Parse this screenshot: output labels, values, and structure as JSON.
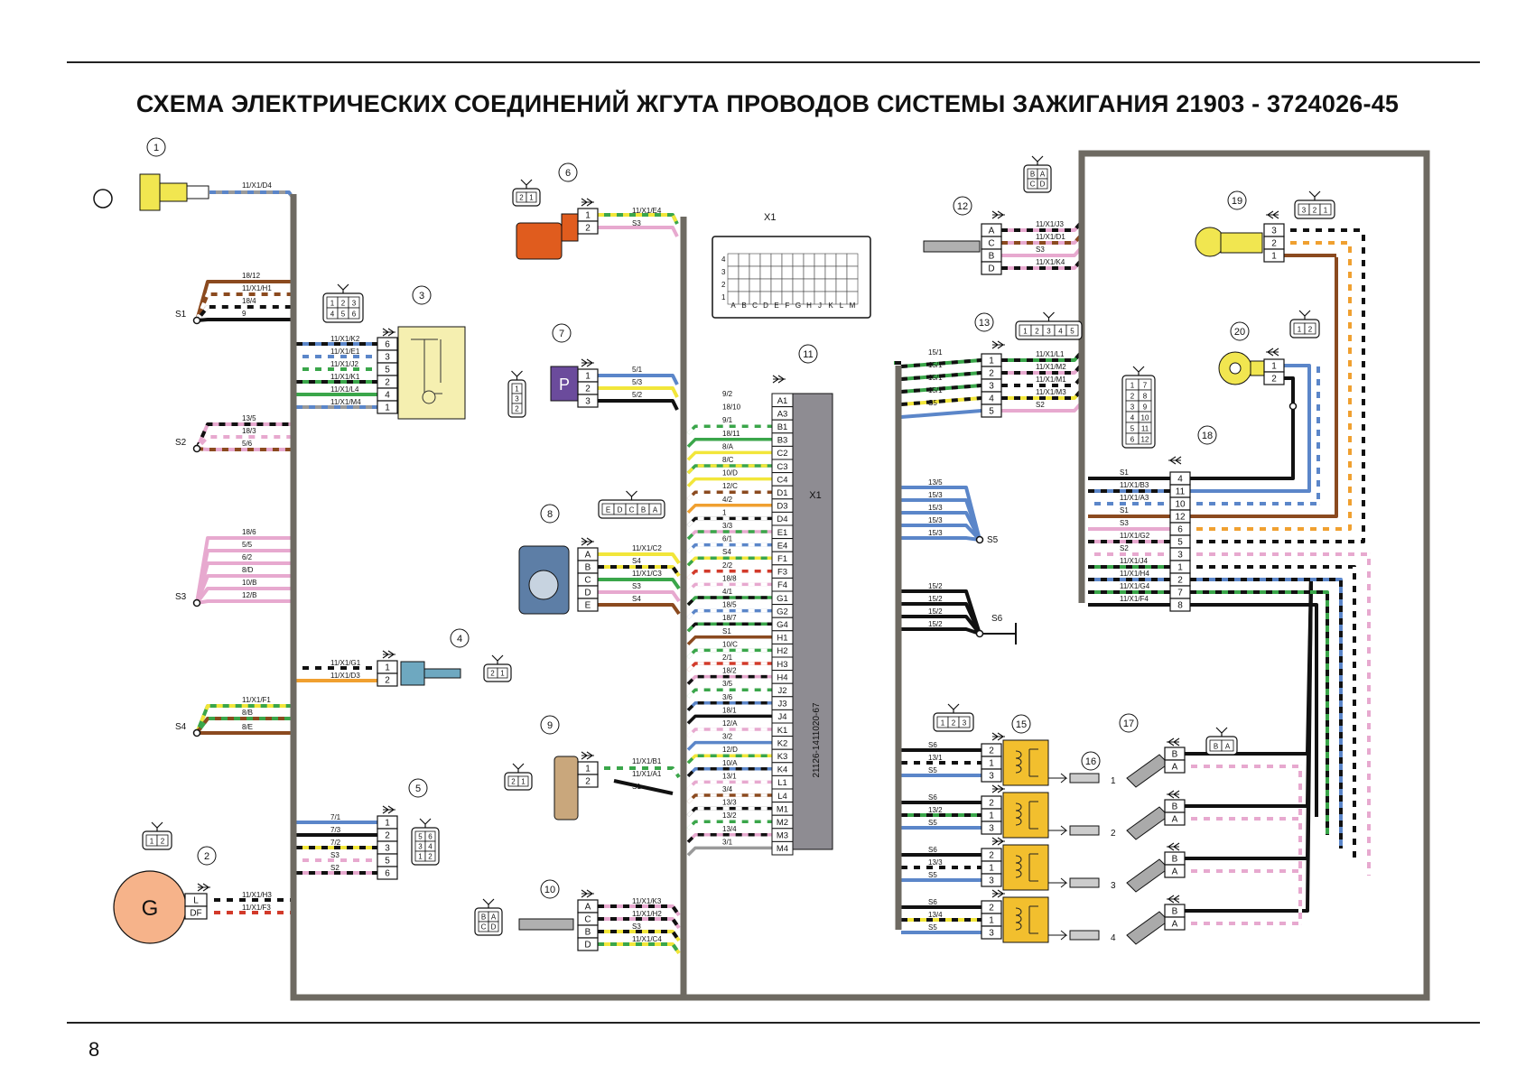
{
  "title": "СХЕМА ЭЛЕКТРИЧЕСКИХ СОЕДИНЕНИЙ ЖГУТА ПРОВОДОВ СИСТЕМЫ ЗАЖИГАНИЯ 21903 - 3724026-45",
  "page_number": "8",
  "colors": {
    "frame": "#6e6a62",
    "brown": "#8b4a1f",
    "white": "#ffffff",
    "black": "#111111",
    "blue": "#5b86c9",
    "green": "#3aa64a",
    "yellow": "#f2e63a",
    "pink": "#e7a9cf",
    "orange": "#f0a030",
    "grey": "#9a9a9a",
    "red": "#d23a2a",
    "connector_fill": "#f5efb0",
    "ecu_fill": "#8e8c92",
    "coil_fill": "#f2bf2e",
    "generator_fill": "#f6b38a"
  },
  "components": [
    {
      "num": "1",
      "name": "coolant-temp-sensor"
    },
    {
      "num": "2",
      "name": "generator",
      "symbol": "G",
      "pins": [
        "L",
        "DF"
      ]
    },
    {
      "num": "3",
      "name": "throttle-module",
      "pins": [
        "6",
        "3",
        "5",
        "2",
        "4",
        "1"
      ]
    },
    {
      "num": "4",
      "name": "air-temp-sensor",
      "pins": [
        "1",
        "2"
      ]
    },
    {
      "num": "5",
      "name": "pedal-module",
      "pins": [
        "1",
        "2",
        "3",
        "5",
        "6"
      ]
    },
    {
      "num": "6",
      "name": "canister-purge-valve",
      "pins": [
        "1",
        "2"
      ]
    },
    {
      "num": "7",
      "name": "pressure-sensor",
      "symbol": "P",
      "pins": [
        "1",
        "2",
        "3"
      ]
    },
    {
      "num": "8",
      "name": "mass-air-flow-sensor",
      "pins": [
        "A",
        "B",
        "C",
        "D",
        "E"
      ]
    },
    {
      "num": "9",
      "name": "crank-position-sensor",
      "pins": [
        "1",
        "2"
      ]
    },
    {
      "num": "10",
      "name": "oxygen-sensor-2",
      "pins": [
        "A",
        "C",
        "B",
        "D"
      ]
    },
    {
      "num": "11",
      "name": "ecu",
      "label": "X1",
      "part": "21126-1411020-67"
    },
    {
      "num": "12",
      "name": "oxygen-sensor-1",
      "pins": [
        "A",
        "C",
        "B",
        "D"
      ]
    },
    {
      "num": "13",
      "name": "relay-block-connector",
      "pins": [
        "1",
        "2",
        "3",
        "4",
        "5"
      ]
    },
    {
      "num": "15",
      "name": "ignition-coils",
      "pins": [
        "2",
        "1",
        "3"
      ]
    },
    {
      "num": "16",
      "name": "spark-plugs",
      "plugs": [
        "1",
        "2",
        "3",
        "4"
      ]
    },
    {
      "num": "17",
      "name": "injectors",
      "pins": [
        "B",
        "A"
      ]
    },
    {
      "num": "18",
      "name": "harness-connector",
      "pins": [
        "4",
        "11",
        "10",
        "12",
        "6",
        "5",
        "3",
        "1",
        "2",
        "7",
        "8"
      ]
    },
    {
      "num": "19",
      "name": "phase-sensor",
      "pins": [
        "3",
        "2",
        "1"
      ]
    },
    {
      "num": "20",
      "name": "knock-sensor",
      "pins": [
        "1",
        "2"
      ]
    }
  ],
  "connector_faces": {
    "f1": [
      "1",
      "2"
    ],
    "f3": [
      "1",
      "2",
      "3",
      "4",
      "5",
      "6"
    ],
    "f4": [
      "2",
      "1"
    ],
    "f5": [
      "5",
      "6",
      "3",
      "4",
      "1",
      "2"
    ],
    "f6": [
      "2",
      "1"
    ],
    "f7": [
      "1",
      "2",
      "3"
    ],
    "f8": [
      "E",
      "D",
      "C",
      "B",
      "A"
    ],
    "f9": [
      "2",
      "1"
    ],
    "f10": [
      "B",
      "A",
      "C",
      "D"
    ],
    "f12": [
      "B",
      "A",
      "C",
      "D"
    ],
    "f13": [
      "1",
      "2",
      "3",
      "4",
      "5"
    ],
    "f15": [
      "1",
      "2",
      "3"
    ],
    "f17": [
      "B",
      "A"
    ],
    "f18": [
      "1",
      "7",
      "2",
      "8",
      "3",
      "9",
      "4",
      "10",
      "5",
      "11",
      "6",
      "12"
    ],
    "f19": [
      "3",
      "2",
      "1"
    ],
    "f20": [
      "1",
      "2"
    ],
    "x1_rows": [
      "4",
      "3",
      "2",
      "1"
    ],
    "x1_cols": [
      "A",
      "B",
      "C",
      "D",
      "E",
      "F",
      "G",
      "H",
      "J",
      "K",
      "L",
      "M"
    ]
  },
  "x1_label": "X1",
  "ecu_pins": [
    "A1",
    "A3",
    "B1",
    "B3",
    "C2",
    "C3",
    "C4",
    "D1",
    "D3",
    "D4",
    "E1",
    "E4",
    "F1",
    "F3",
    "F4",
    "G1",
    "G2",
    "G4",
    "H1",
    "H2",
    "H3",
    "H4",
    "J2",
    "J3",
    "J4",
    "K1",
    "K2",
    "K3",
    "K4",
    "L1",
    "L4",
    "M1",
    "M2",
    "M3",
    "M4"
  ],
  "ecu_wire_labels": [
    "9/2",
    "18/10",
    "9/1",
    "18/11",
    "8/A",
    "8/C",
    "10/D",
    "12/C",
    "4/2",
    "1",
    "3/3",
    "6/1",
    "S4",
    "2/2",
    "18/8",
    "4/1",
    "18/5",
    "18/7",
    "S1",
    "10/C",
    "2/1",
    "18/2",
    "3/5",
    "3/6",
    "18/1",
    "12/A",
    "3/2",
    "12/D",
    "10/A",
    "13/1",
    "3/4",
    "13/3",
    "13/2",
    "13/4",
    "3/1"
  ],
  "splices": {
    "S1": {
      "label": "S1",
      "wires": [
        "18/12",
        "11/X1/H1",
        "18/4",
        "9"
      ]
    },
    "S2": {
      "label": "S2",
      "wires": [
        "13/5",
        "18/3",
        "5/6"
      ]
    },
    "S3": {
      "label": "S3",
      "wires": [
        "18/6",
        "5/5",
        "6/2",
        "8/D",
        "10/B",
        "12/B"
      ]
    },
    "S4": {
      "label": "S4",
      "wires": [
        "11/X1/F1",
        "8/B",
        "8/E"
      ]
    },
    "S5": {
      "label": "S5",
      "wires": [
        "13/5",
        "15/3",
        "15/3",
        "15/3",
        "15/3"
      ]
    },
    "S6": {
      "label": "S6",
      "wires": [
        "15/2",
        "15/2",
        "15/2",
        "15/2"
      ]
    }
  },
  "wire_labels": {
    "c1": [
      "11/X1/D4"
    ],
    "c3": [
      "11/X1/K2",
      "11/X1/E1",
      "11/X1/J2",
      "11/X1/K1",
      "11/X1/L4",
      "11/X1/M4"
    ],
    "c4": [
      "11/X1/G1",
      "11/X1/D3"
    ],
    "c5": [
      "7/1",
      "7/3",
      "7/2",
      "S3",
      "S2"
    ],
    "c2": [
      "11/X1/H3",
      "11/X1/F3"
    ],
    "c6": [
      "11/X1/E4",
      "S3"
    ],
    "c7": [
      "5/1",
      "5/3",
      "5/2"
    ],
    "c8": [
      "11/X1/C2",
      "S4",
      "11/X1/C3",
      "S3",
      "S4"
    ],
    "c9": [
      "11/X1/B1",
      "11/X1/A1",
      "S1"
    ],
    "c10": [
      "11/X1/K3",
      "11/X1/H2",
      "S3",
      "11/X1/C4"
    ],
    "c12": [
      "11/X1/J3",
      "11/X1/D1",
      "S3",
      "11/X1/K4"
    ],
    "c13_left": [
      "15/1",
      "15/1",
      "15/1",
      "15/1",
      "S5"
    ],
    "c13_right": [
      "11/X1/L1",
      "11/X1/M2",
      "11/X1/M1",
      "11/X1/M3",
      "S2"
    ],
    "c18": [
      "S1",
      "11/X1/B3",
      "11/X1/A3",
      "S1",
      "S3",
      "11/X1/G2",
      "S2",
      "11/X1/J4",
      "11/X1/H4",
      "11/X1/G4",
      "11/X1/F4"
    ],
    "coil1": [
      "S6",
      "13/1",
      "S5"
    ],
    "coil2": [
      "S6",
      "13/2",
      "S5"
    ],
    "coil3": [
      "S6",
      "13/3",
      "S5"
    ],
    "coil4": [
      "S6",
      "13/4",
      "S5"
    ]
  }
}
